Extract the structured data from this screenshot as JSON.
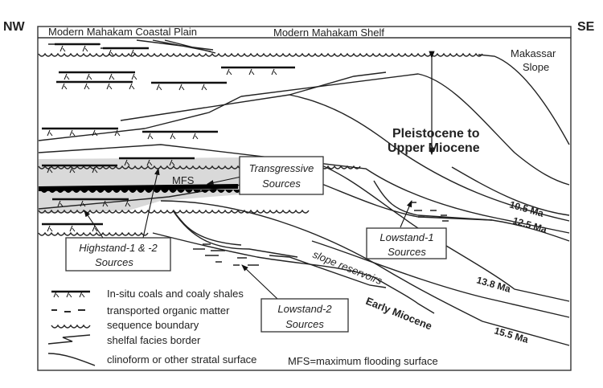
{
  "directions": {
    "left": "NW",
    "right": "SE"
  },
  "header": {
    "coastal_plain": "Modern Mahakam Coastal Plain",
    "shelf": "Modern Mahakam Shelf"
  },
  "slope_label": {
    "line1": "Makassar",
    "line2": "Slope"
  },
  "interval_label": {
    "line1": "Pleistocene to",
    "line2": "Upper Miocene"
  },
  "mfs_label": "MFS",
  "callouts": {
    "transgressive": {
      "line1": "Transgressive",
      "line2": "Sources"
    },
    "highstand": {
      "line1": "Highstand-1 & -2",
      "line2": "Sources"
    },
    "lowstand1": {
      "line1": "Lowstand-1",
      "line2": "Sources"
    },
    "lowstand2": {
      "line1": "Lowstand-2",
      "line2": "Sources"
    }
  },
  "slope_reservoirs": "slope reservoirs",
  "early_miocene": "Early Miocene",
  "ages": [
    "10.5 Ma",
    "12.5 Ma",
    "13.8 Ma",
    "15.5 Ma"
  ],
  "legend": [
    {
      "icon": "coal-icon",
      "label": "In-situ coals and coaly shales"
    },
    {
      "icon": "dash-icon",
      "label": "transported organic matter"
    },
    {
      "icon": "wavy-icon",
      "label": "sequence boundary"
    },
    {
      "icon": "facies-border-icon",
      "label": "shelfal facies border"
    },
    {
      "icon": "clinoform-icon",
      "label": "clinoform or other stratal surface"
    }
  ],
  "mfs_definition": "MFS=maximum flooding surface",
  "colors": {
    "shade": "#d9d9d9",
    "line": "#222222"
  }
}
